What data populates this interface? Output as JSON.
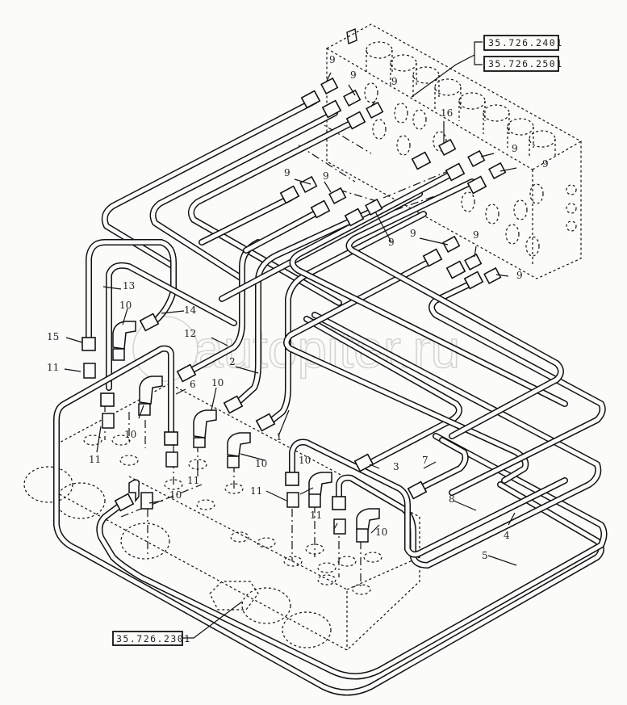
{
  "diagram": {
    "type": "exploded parts diagram - hydraulic lines",
    "watermark": "autopiter.ru",
    "reference_boxes": [
      {
        "id": "ref-upper-1",
        "label": "35.726.2401"
      },
      {
        "id": "ref-upper-2",
        "label": "35.726.2501"
      },
      {
        "id": "ref-lower",
        "label": "35.726.2301"
      }
    ],
    "callouts": {
      "c1": "1",
      "c2": "2",
      "c3": "3",
      "c4": "4",
      "c5": "5",
      "c6": "6",
      "c7": "7",
      "c8": "8",
      "c9": "9",
      "c10": "10",
      "c11": "11",
      "c12": "12",
      "c13": "13",
      "c14": "14",
      "c15": "15",
      "c16": "16"
    }
  }
}
